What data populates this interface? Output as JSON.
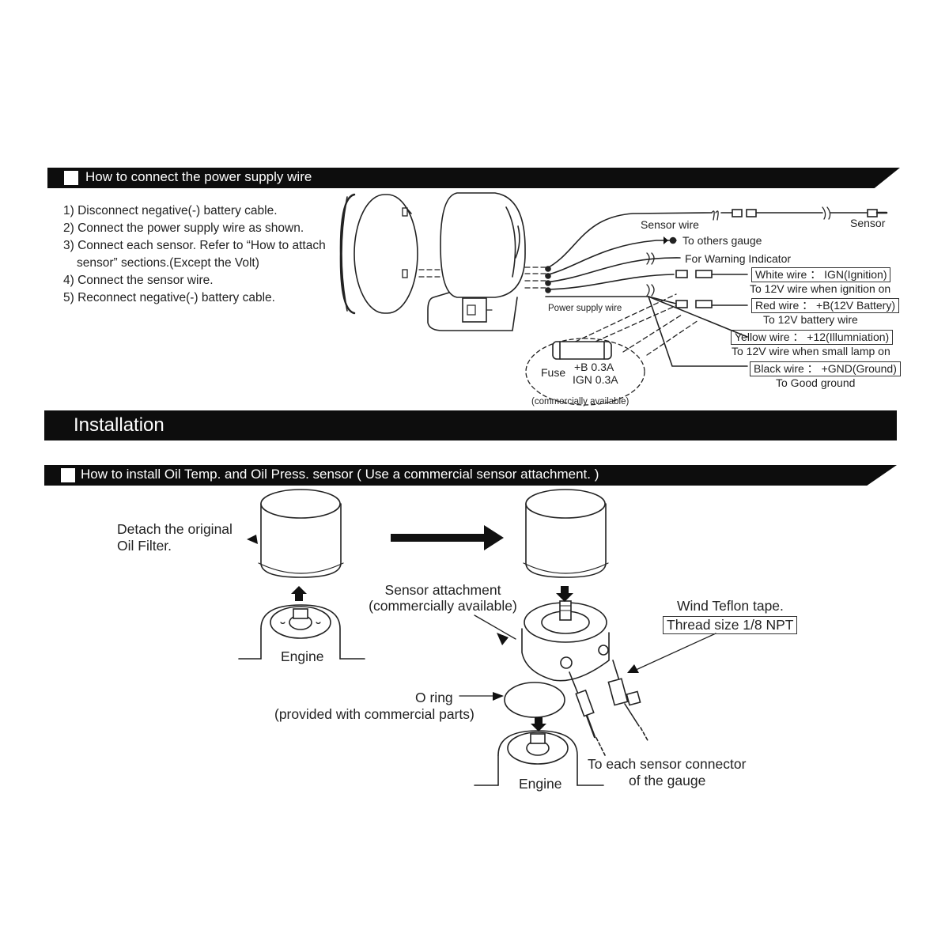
{
  "power_section": {
    "title": "How to connect the power supply wire",
    "steps": [
      "1) Disconnect negative(-) battery cable.",
      "2) Connect the power supply wire as shown.",
      "3) Connect each sensor. Refer to “How to attach",
      "sensor” sections.(Except the Volt)",
      "4) Connect the sensor wire.",
      "5) Reconnect negative(-) battery cable."
    ],
    "labels": {
      "sensor_wire": "Sensor wire",
      "sensor": "Sensor",
      "to_others_gauge": "To others gauge",
      "warning_indicator": "For Warning Indicator",
      "power_supply_wire": "Power supply wire",
      "fuse": "Fuse",
      "fuse_b": "+B  0.3A",
      "fuse_ign": "IGN  0.3A",
      "commercially_available": "(commercially available)"
    },
    "wires": [
      {
        "name": "White wire ： IGN(Ignition)",
        "note": "To 12V wire when ignition on"
      },
      {
        "name": "Red wire ： +B(12V Battery)",
        "note": "To 12V battery wire"
      },
      {
        "name": "Yellow wire ： +12(Illumniation)",
        "note": "To 12V wire when small lamp on"
      },
      {
        "name": "Black wire ： +GND(Ground)",
        "note": "To Good ground"
      }
    ]
  },
  "installation": {
    "title": "Installation",
    "subtitle": "How to install Oil Temp. and Oil Press. sensor ( Use a commercial sensor attachment. )",
    "labels": {
      "detach_1": "Detach the original",
      "detach_2": "Oil Filter.",
      "engine_left": "Engine",
      "engine_bottom": "Engine",
      "sensor_attachment_1": "Sensor attachment",
      "sensor_attachment_2": "(commercially available)",
      "wind_teflon": "Wind Teflon tape.",
      "thread_size": "Thread size  1/8 NPT",
      "o_ring_1": "O ring",
      "o_ring_2": "(provided with commercial parts)",
      "to_each_1": "To each sensor connector",
      "to_each_2": "of the gauge"
    }
  },
  "colors": {
    "banner": "#0d0d0d",
    "ink": "#222222"
  }
}
